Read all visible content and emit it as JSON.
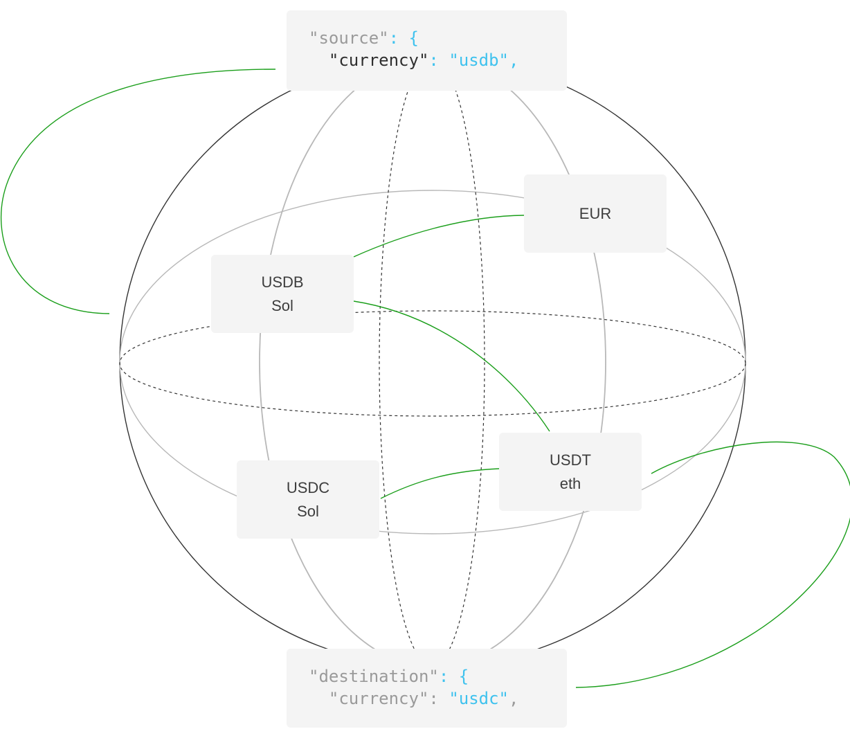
{
  "source": {
    "key": "\"source\"",
    "colon": ": ",
    "brace": "{",
    "field_key": "\"currency\"",
    "field_colon": ": ",
    "field_value": "\"usdb\"",
    "comma": ","
  },
  "destination": {
    "key": "\"destination\"",
    "colon": ": ",
    "brace": "{",
    "field_key": "\"currency\"",
    "field_colon": ": ",
    "field_value": "\"usdc\"",
    "comma": ","
  },
  "nodes": {
    "eur": {
      "line1": "EUR"
    },
    "usdb": {
      "line1": "USDB",
      "line2": "Sol"
    },
    "usdt": {
      "line1": "USDT",
      "line2": "eth"
    },
    "usdc": {
      "line1": "USDC",
      "line2": "Sol"
    }
  },
  "colors": {
    "accent_green": "#1a9e1a",
    "code_blue": "#3fc2ee",
    "box_bg": "#f4f4f4",
    "outline_dark": "#333333",
    "outline_light": "#b8b8b8"
  }
}
